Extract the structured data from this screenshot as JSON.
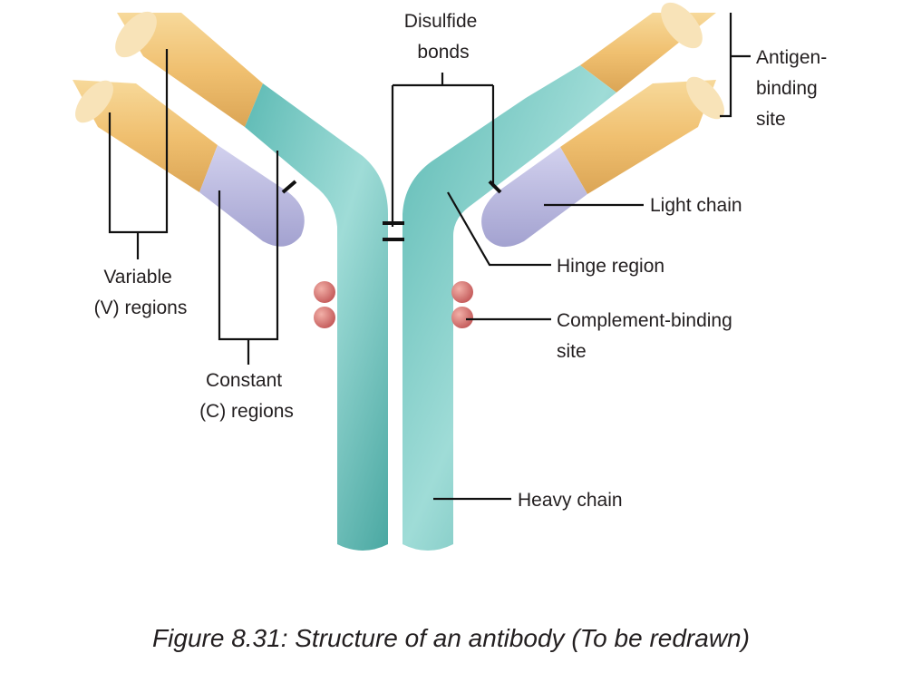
{
  "labels": {
    "disulfide_bonds": [
      "Disulfide",
      "bonds"
    ],
    "antigen_binding_site": [
      "Antigen-",
      "binding",
      "site"
    ],
    "light_chain": "Light chain",
    "hinge_region": "Hinge region",
    "complement_binding_site": [
      "Complement-binding",
      "site"
    ],
    "variable_regions": [
      "Variable",
      "(V) regions"
    ],
    "constant_regions": [
      "Constant",
      "(C) regions"
    ],
    "heavy_chain": "Heavy chain"
  },
  "caption": "Figure 8.31: Structure of an antibody (To be redrawn)",
  "colors": {
    "variable_region": "#f2c476",
    "heavy_constant": "#6cc6c0",
    "light_constant": "#b9b8de",
    "complement_bead": "#d77777",
    "disulfide_bond": "#111111"
  }
}
